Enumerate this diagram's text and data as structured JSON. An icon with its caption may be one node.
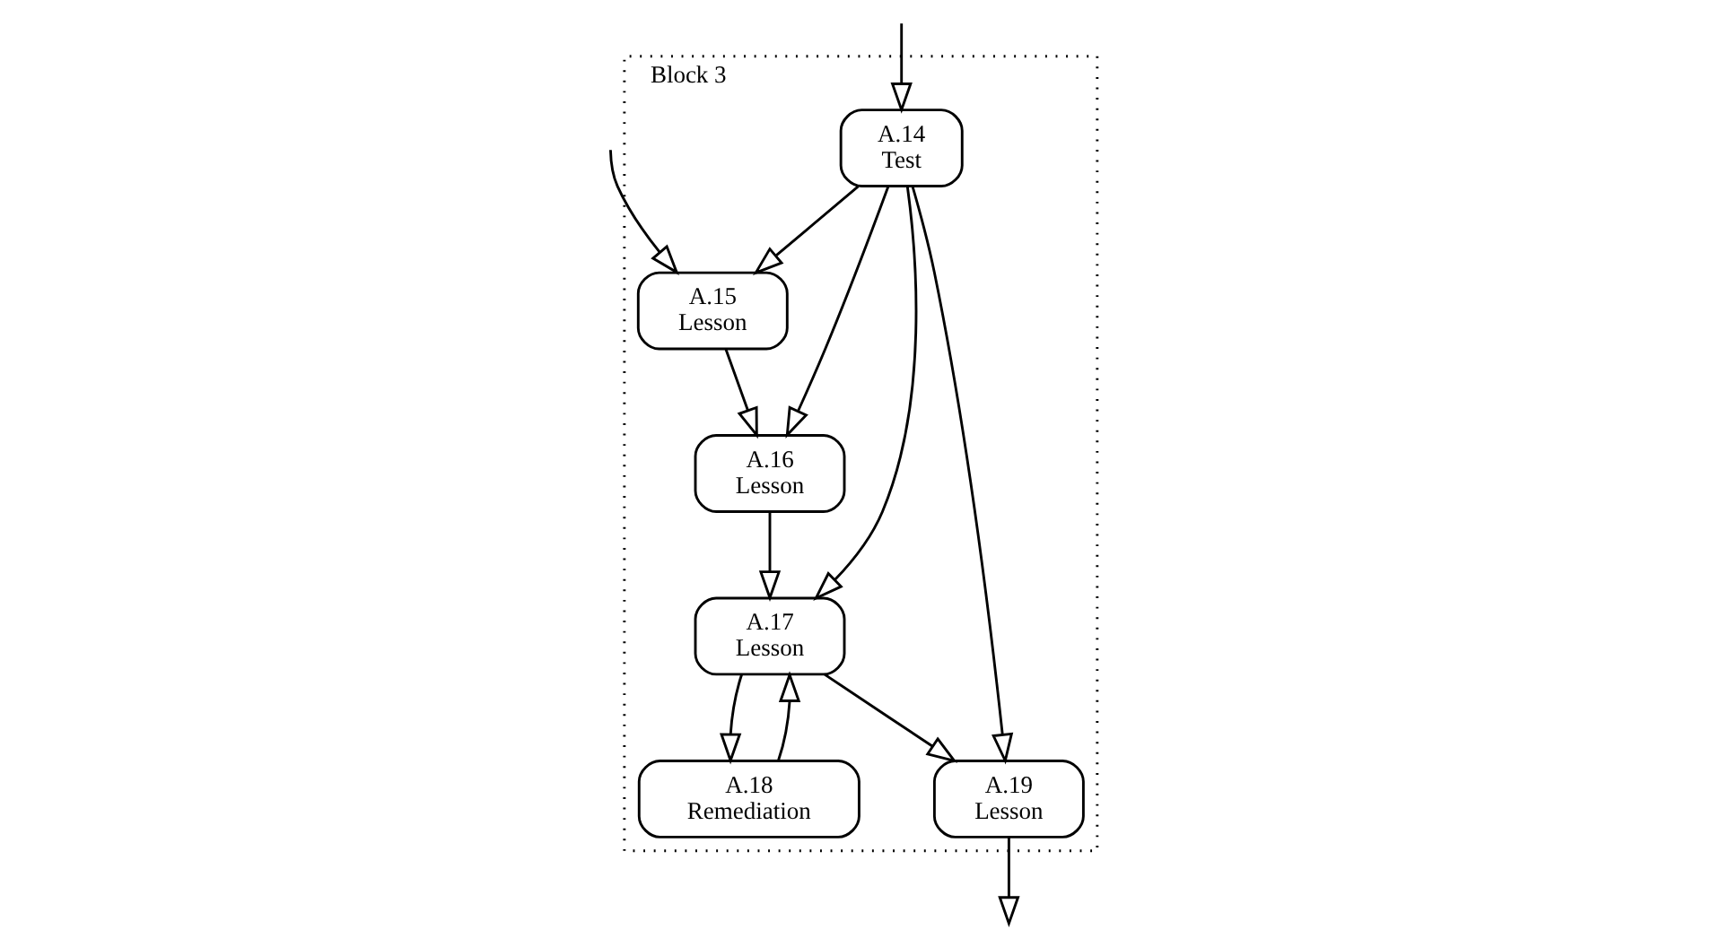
{
  "diagram": {
    "nodes": [
      {
        "text": [
          "Block 3"
        ]
      },
      {
        "text": [
          "A.14",
          "Test"
        ],
        "in": 0
      },
      {
        "text": [
          "A.15",
          "Lesson"
        ],
        "in": 0
      },
      {
        "text": [
          "A.16",
          "Lesson"
        ],
        "in": 0
      },
      {
        "text": [
          "A.17",
          "Lesson"
        ],
        "in": 0
      },
      {
        "text": [
          "A.19",
          "Lesson"
        ],
        "in": 0
      },
      {
        "text": [
          "A.18",
          "Remediation"
        ],
        "in": 0
      }
    ],
    "edges": [
      {
        "from": null,
        "to": 1,
        "arrow": "to"
      },
      {
        "from": null,
        "to": 2,
        "arrow": "to"
      },
      {
        "from": 1,
        "to": 2,
        "arrow": "to"
      },
      {
        "from": 1,
        "to": 3,
        "arrow": "to"
      },
      {
        "from": 1,
        "to": 4,
        "arrow": "to"
      },
      {
        "from": 1,
        "to": 5,
        "arrow": "to"
      },
      {
        "from": 2,
        "to": 3,
        "arrow": "to"
      },
      {
        "from": 3,
        "to": 4,
        "arrow": "to"
      },
      {
        "from": 4,
        "to": 5,
        "arrow": "to"
      },
      {
        "from": 4,
        "to": 6,
        "arrow": "to"
      },
      {
        "from": 6,
        "to": 4,
        "arrow": "to"
      },
      {
        "from": 5,
        "to": null,
        "arrow": "to"
      }
    ]
  }
}
